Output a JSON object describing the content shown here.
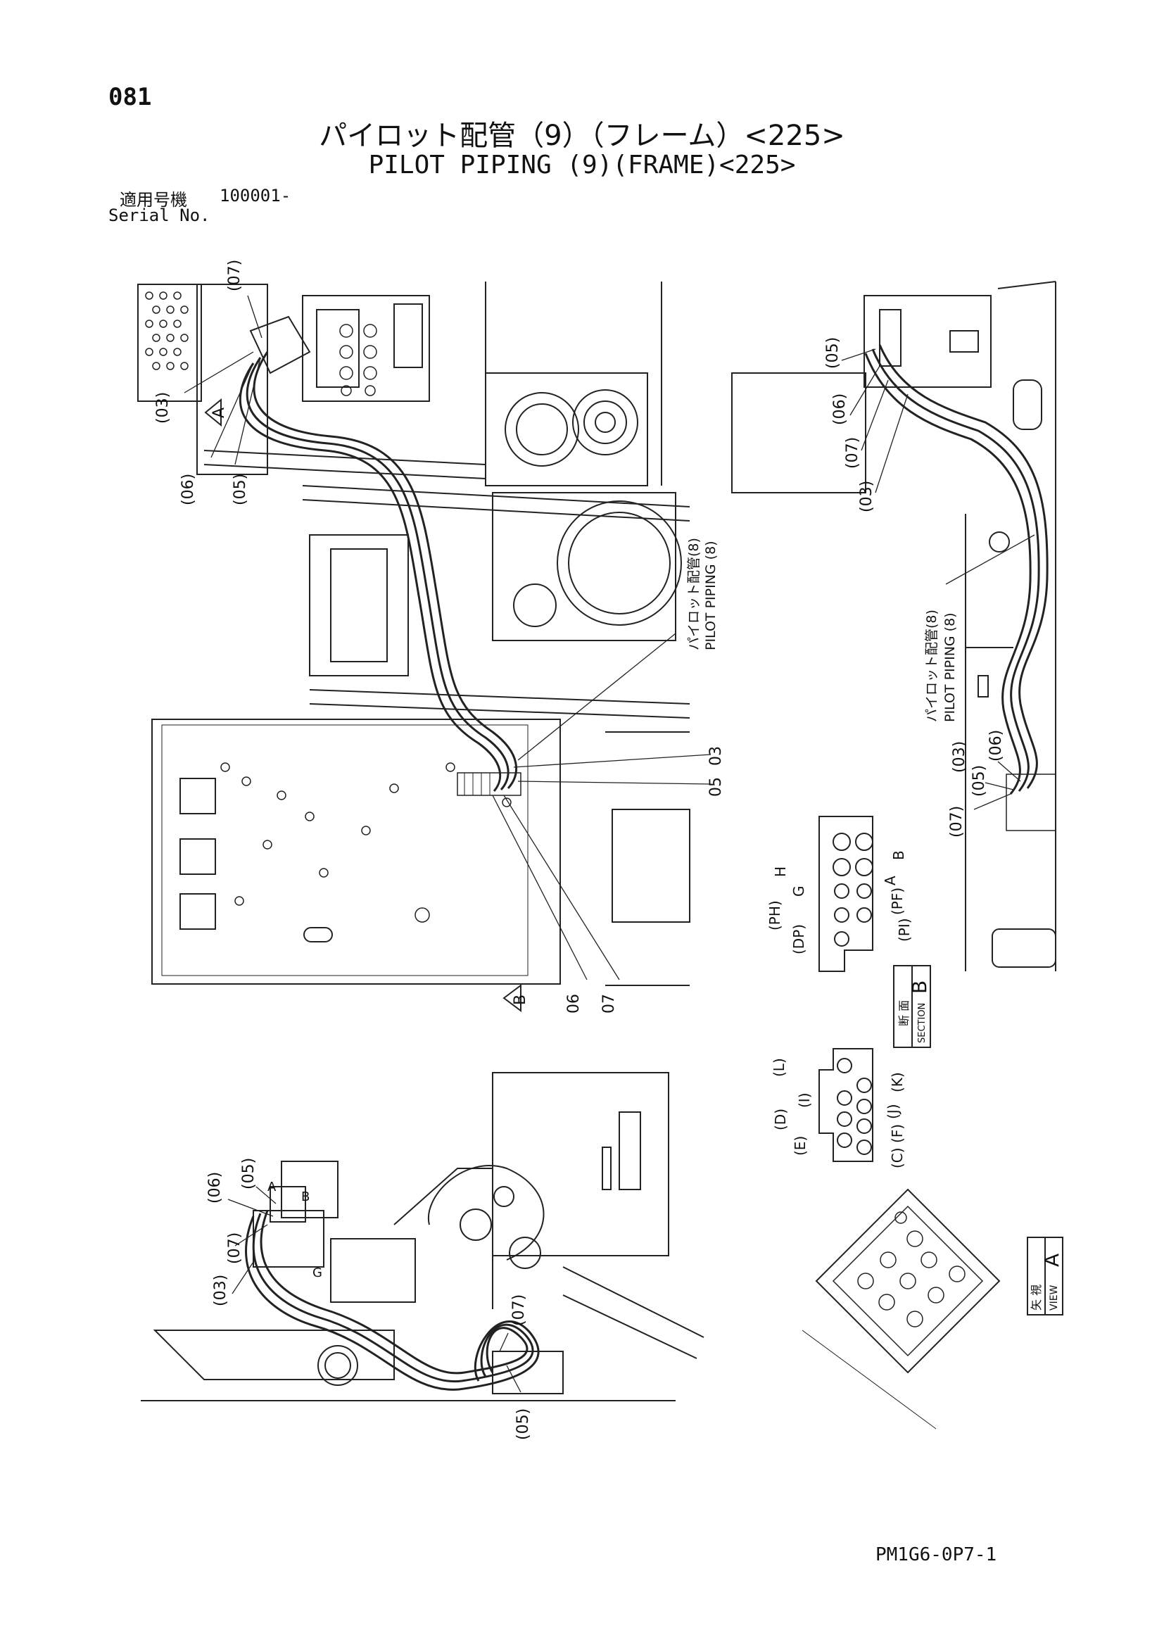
{
  "header": {
    "page_number": "081",
    "title_jp": "パイロット配管（9）（フレーム）<225>",
    "title_en": "PILOT PIPING (9)(FRAME)<225>",
    "serial_label_jp": "適用号機",
    "serial_value": "100001-",
    "serial_label_en": "Serial No."
  },
  "callouts": {
    "p03": "(03)",
    "p05": "(05)",
    "p06": "(06)",
    "p07": "(07)",
    "n03": "03",
    "n05": "05",
    "n06": "06",
    "n07": "07"
  },
  "view_markers": {
    "a": "A",
    "b": "B"
  },
  "cross_refs": {
    "jp": "パイロット配管(8)",
    "en": "PILOT PIPING (8)"
  },
  "ports": {
    "H": "H",
    "G": "G",
    "B": "B",
    "A": "A",
    "PH": "(PH)",
    "DP": "(DP)",
    "PF": "(PF)",
    "PI": "(PI)",
    "L": "(L)",
    "I": "(I)",
    "D": "(D)",
    "E": "(E)",
    "K": "(K)",
    "J": "(J)",
    "F": "(F)",
    "C": "(C)"
  },
  "section_b": {
    "jp": "断 面",
    "en": "SECTION",
    "letter": "B"
  },
  "view_a": {
    "jp": "矢 視",
    "en": "VIEW",
    "letter": "A"
  },
  "footer": {
    "doc_code": "PM1G6-0P7-1"
  }
}
